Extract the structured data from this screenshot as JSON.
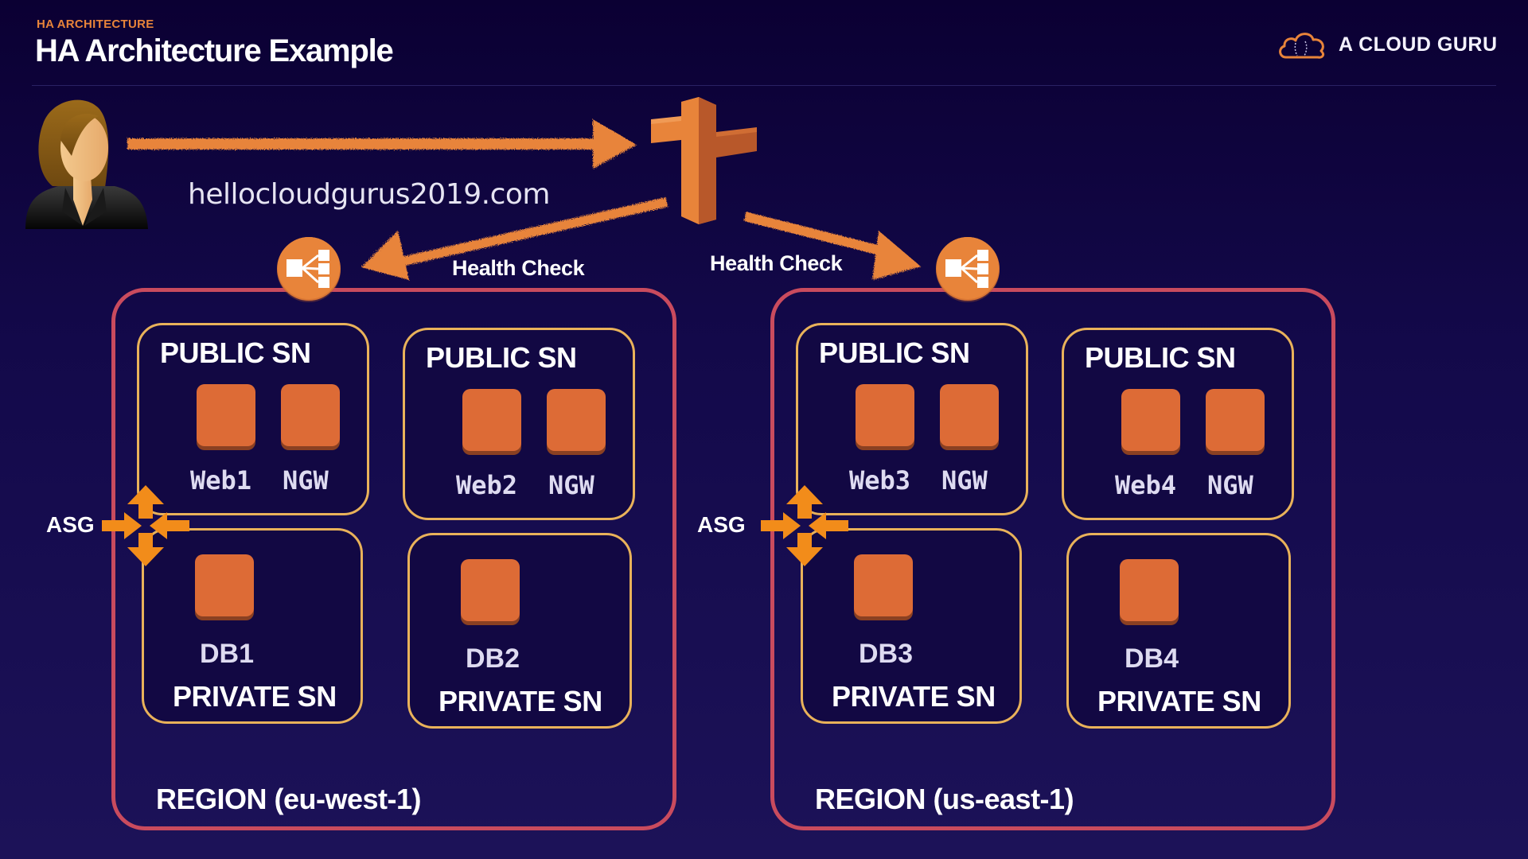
{
  "header": {
    "eyebrow": "HA ARCHITECTURE",
    "title": "HA Architecture Example",
    "logo_text": "A CLOUD GURU",
    "logo_icon": "cloud-icon"
  },
  "colors": {
    "accent_orange": "#e8843a",
    "instance_orange": "#dd6b36",
    "region_border": "#c94b5e",
    "subnet_border": "#e9b25a",
    "background_top": "#0b0033",
    "background_bottom": "#1c1258"
  },
  "user": {
    "icon": "user-avatar-icon",
    "domain": "hellocloudgurus2019.com"
  },
  "dns": {
    "icon": "route53-icon"
  },
  "health_check_left": "Health Check",
  "health_check_right": "Health Check",
  "regions": [
    {
      "label": "REGION (eu-west-1)",
      "load_balancer_icon": "elb-icon",
      "asg_label": "ASG",
      "public_subnets": [
        {
          "title": "PUBLIC SN",
          "instances": [
            "Web1",
            "NGW"
          ]
        },
        {
          "title": "PUBLIC SN",
          "instances": [
            "Web2",
            "NGW"
          ]
        }
      ],
      "private_subnets": [
        {
          "title": "PRIVATE SN",
          "instance": "DB1"
        },
        {
          "title": "PRIVATE SN",
          "instance": "DB2"
        }
      ]
    },
    {
      "label": "REGION (us-east-1)",
      "load_balancer_icon": "elb-icon",
      "asg_label": "ASG",
      "public_subnets": [
        {
          "title": "PUBLIC SN",
          "instances": [
            "Web3",
            "NGW"
          ]
        },
        {
          "title": "PUBLIC SN",
          "instances": [
            "Web4",
            "NGW"
          ]
        }
      ],
      "private_subnets": [
        {
          "title": "PRIVATE SN",
          "instance": "DB3"
        },
        {
          "title": "PRIVATE SN",
          "instance": "DB4"
        }
      ]
    }
  ]
}
